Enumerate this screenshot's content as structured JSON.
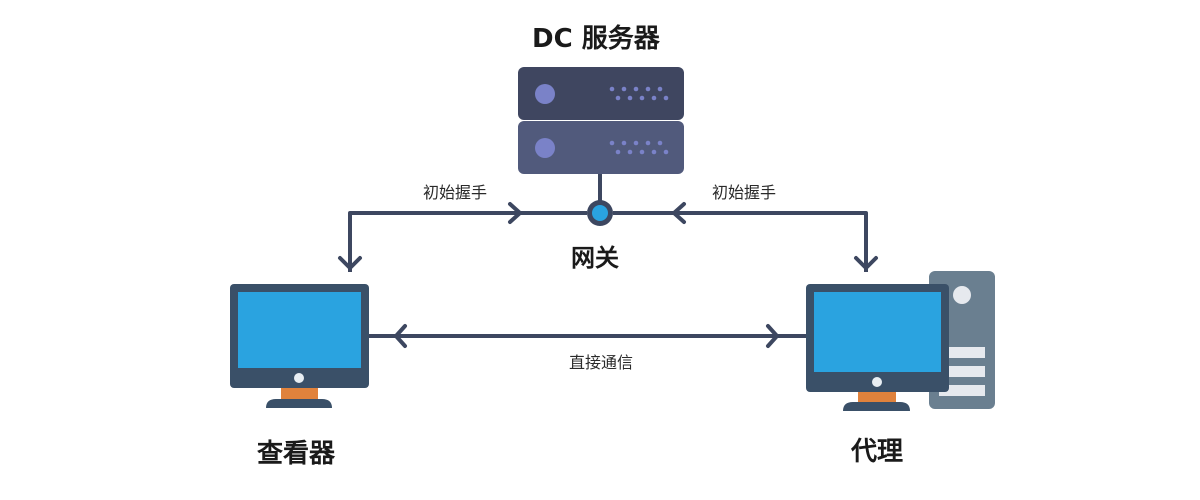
{
  "nodes": {
    "server": {
      "label": "DC 服务器"
    },
    "gateway": {
      "label": "网关"
    },
    "viewer": {
      "label": "查看器"
    },
    "agent": {
      "label": "代理"
    }
  },
  "edges": {
    "handshake_left": {
      "label": "初始握手"
    },
    "handshake_right": {
      "label": "初始握手"
    },
    "direct": {
      "label": "直接通信"
    }
  },
  "colors": {
    "line": "#3d4760",
    "server_top": "#3f4660",
    "server_bottom": "#515a7c",
    "server_led": "#7a82c8",
    "screen": "#2aa3e0",
    "monitor_frame": "#3a5068",
    "stand": "#e0823c",
    "tower": "#6a7f90",
    "gateway_dot": "#2aa3e0"
  }
}
